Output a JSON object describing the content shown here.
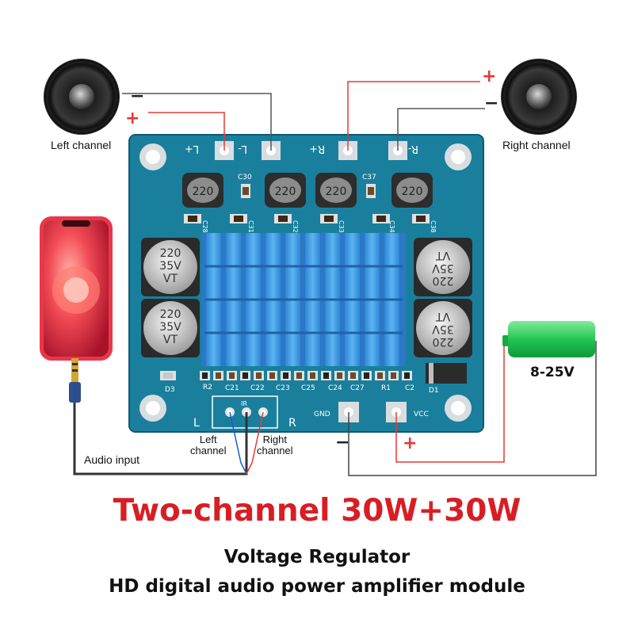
{
  "labels": {
    "left_channel": "Left channel",
    "right_channel": "Right channel",
    "audio_input": "Audio input",
    "voltage": "8-25V",
    "input_left": "Left\nchannel",
    "input_right": "Right\nchannel"
  },
  "board": {
    "pad_labels": [
      "L+",
      "L-",
      "R+",
      "R-"
    ],
    "power_pads": [
      "GND",
      "VCC"
    ],
    "side_letters": [
      "L",
      "R"
    ],
    "component_labels": [
      "C30",
      "C37",
      "C28",
      "C31",
      "C32",
      "C33",
      "C34",
      "C38",
      "R2",
      "C21",
      "C22",
      "C23",
      "C25",
      "C24",
      "C27",
      "R1",
      "C2",
      "D3",
      "D1"
    ],
    "inductor_value": "220",
    "capacitor_text": [
      "220",
      "35V",
      "VT"
    ]
  },
  "polarity": {
    "plus": "+",
    "minus": "−"
  },
  "headline": {
    "title": "Two-channel 30W+30W",
    "line1": "Voltage Regulator",
    "line2": "HD digital audio power amplifier module"
  },
  "colors": {
    "board": "#1a7f9c",
    "heatsink": "#3f9fe6",
    "red_wire": "#e53935",
    "battery": "#22c75a",
    "title": "#d81e25"
  }
}
